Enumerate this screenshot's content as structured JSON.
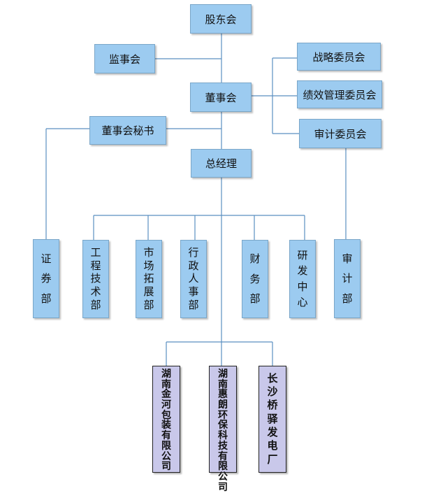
{
  "nodes": {
    "shareholders": "股东会",
    "supervisors": "监事会",
    "board": "董事会",
    "board_secretary": "董事会秘书",
    "general_manager": "总经理",
    "strategy_committee": "战略委员会",
    "performance_committee": "绩效管理委员会",
    "audit_committee": "审计委员会"
  },
  "departments": [
    {
      "id": "securities",
      "label": "证券部"
    },
    {
      "id": "engineering",
      "label": "工程技术部"
    },
    {
      "id": "market",
      "label": "市场拓展部"
    },
    {
      "id": "admin-hr",
      "label": "行政人事部"
    },
    {
      "id": "finance",
      "label": "财务部"
    },
    {
      "id": "rnd",
      "label": "研发中心"
    },
    {
      "id": "audit",
      "label": "审计部"
    }
  ],
  "subsidiaries": [
    {
      "id": "jinhe",
      "label": "湖南金河包装有限公司"
    },
    {
      "id": "huilang",
      "label": "湖南惠朗环保科技有限公司"
    },
    {
      "id": "changsha",
      "label": "长沙桥驿发电厂"
    }
  ],
  "colors": {
    "box_fill": "#9ccbf0",
    "subsidiary_fill": "#c9c8ea",
    "line": "#5b8fc0"
  }
}
